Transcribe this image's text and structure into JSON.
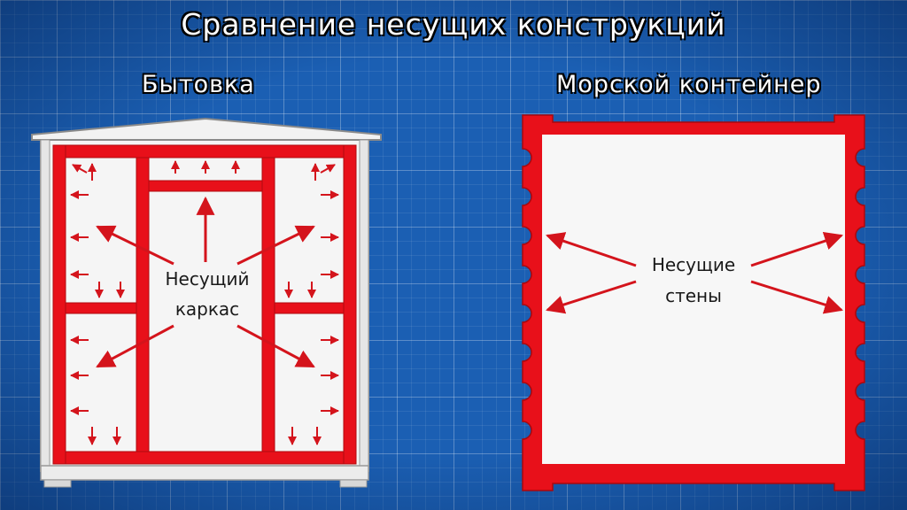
{
  "title": "Сравнение несущих конструкций",
  "left_panel": {
    "heading": "Бытовка",
    "label_lines": [
      "Несущий",
      "каркас"
    ]
  },
  "right_panel": {
    "heading": "Морской контейнер",
    "label_lines": [
      "Несущие",
      "стены"
    ]
  },
  "colors": {
    "background": "#1b5fb3",
    "structure_red": "#e8101a",
    "arrow_red": "#d4141c",
    "panel_white": "#f7f7f7"
  }
}
